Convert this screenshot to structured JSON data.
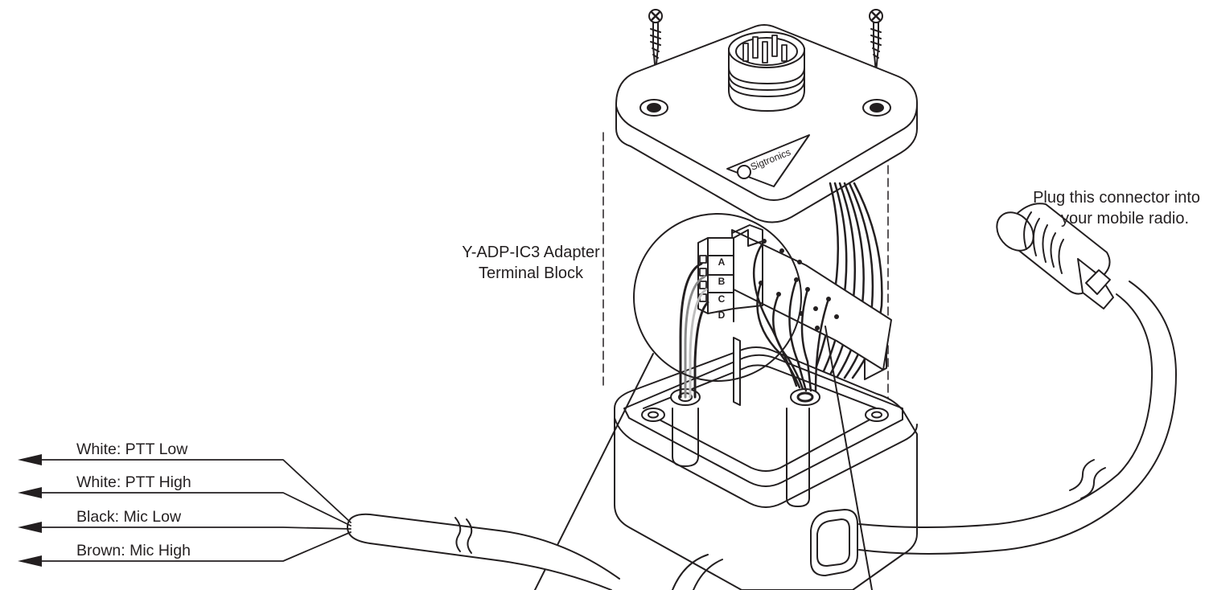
{
  "callouts": {
    "radio_connector": {
      "line1": "Plug this connector into",
      "line2": "your mobile radio."
    },
    "terminal_block": {
      "line1": "Y-ADP-IC3 Adapter",
      "line2": "Terminal Block"
    }
  },
  "wires": [
    {
      "label": "White: PTT Low"
    },
    {
      "label": "White: PTT High"
    },
    {
      "label": "Black: Mic Low"
    },
    {
      "label": "Brown: Mic High"
    }
  ],
  "lid_logo": "Sigtronics",
  "terminal_letters": [
    "A",
    "B",
    "C",
    "D"
  ],
  "colors": {
    "ink": "#231f20",
    "background": "#ffffff",
    "gray_wire": "#8c8c8c",
    "light_wire": "#bfbfbf"
  },
  "icons": [
    "screw-icon",
    "arrow-left-icon",
    "circular-connector-icon"
  ]
}
